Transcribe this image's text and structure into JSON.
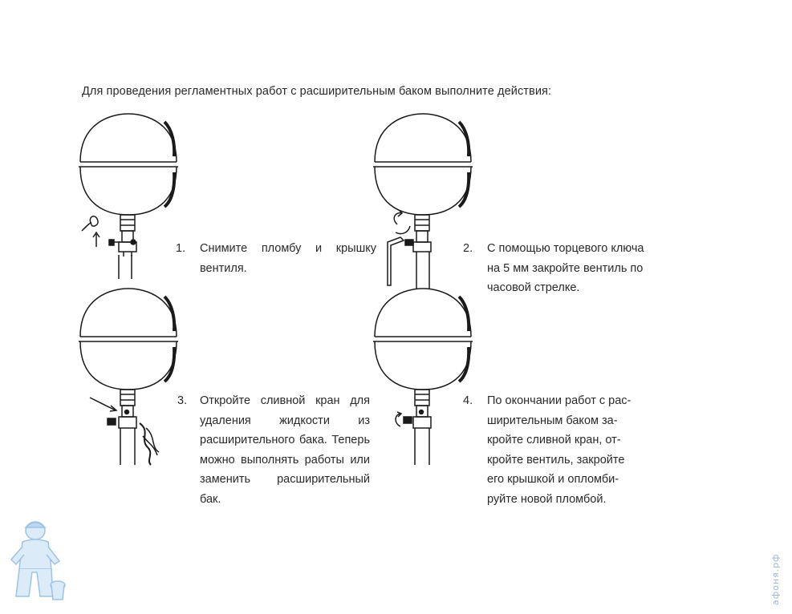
{
  "intro": "Для проведения регламентных работ с расширительным баком выполните действия:",
  "steps": [
    {
      "num": "1.",
      "text": "Снимите пломбу и крышку вентиля."
    },
    {
      "num": "2.",
      "text": "С помощью торцевого ключа на 5 мм закройте вентиль по часовой стрелке."
    },
    {
      "num": "3.",
      "text": "Откройте сливной кран для удаления жидкости из расширительного бака. Теперь можно выполнять работы или заменить расширительный бак."
    },
    {
      "num": "4.",
      "lines": [
        "По окончании работ с рас-",
        "ширительным баком за-",
        "кройте сливной кран, от-",
        "кройте вентиль, закройте",
        "его крышкой и опломби-",
        "руйте новой пломбой."
      ]
    }
  ],
  "watermark": "афоня.рф",
  "colors": {
    "text": "#2a2a2a",
    "line": "#1a1a1a",
    "mascot": "#9fc3e6"
  }
}
